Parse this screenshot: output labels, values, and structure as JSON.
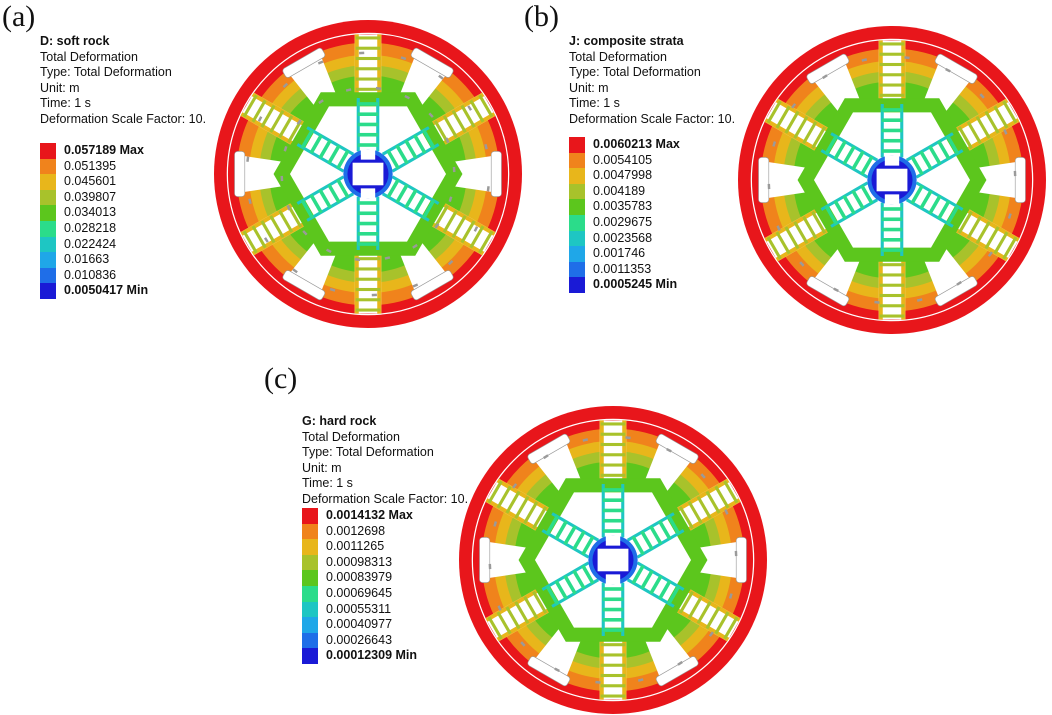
{
  "legend_colors": [
    "#e8161b",
    "#f0831c",
    "#e8b61b",
    "#a8c22b",
    "#5cc61d",
    "#2bdc8a",
    "#1ec6c3",
    "#1fa7e8",
    "#1f6ee8",
    "#1a1ad6"
  ],
  "panels": [
    {
      "letter": "(a)",
      "title": "D: soft rock",
      "lines": [
        "Total Deformation",
        "Type: Total Deformation",
        "Unit: m",
        "Time: 1 s",
        "Deformation Scale Factor: 10."
      ],
      "legend": [
        "0.057189 Max",
        "0.051395",
        "0.045601",
        "0.039807",
        "0.034013",
        "0.028218",
        "0.022424",
        "0.01663",
        "0.010836",
        "0.0050417 Min"
      ]
    },
    {
      "letter": "(b)",
      "title": "J: composite strata",
      "lines": [
        "Total Deformation",
        "Type: Total Deformation",
        "Unit: m",
        "Time: 1 s",
        "Deformation Scale Factor: 10."
      ],
      "legend": [
        "0.0060213 Max",
        "0.0054105",
        "0.0047998",
        "0.004189",
        "0.0035783",
        "0.0029675",
        "0.0023568",
        "0.001746",
        "0.0011353",
        "0.0005245 Min"
      ]
    },
    {
      "letter": "(c)",
      "title": "G: hard rock",
      "lines": [
        "Total Deformation",
        "Type: Total Deformation",
        "Unit: m",
        "Time: 1 s",
        "Deformation Scale Factor: 10."
      ],
      "legend": [
        "0.0014132 Max",
        "0.0012698",
        "0.0011265",
        "0.00098313",
        "0.00083979",
        "0.00069645",
        "0.00055311",
        "0.00040977",
        "0.00026643",
        "0.00012309 Min"
      ]
    }
  ]
}
